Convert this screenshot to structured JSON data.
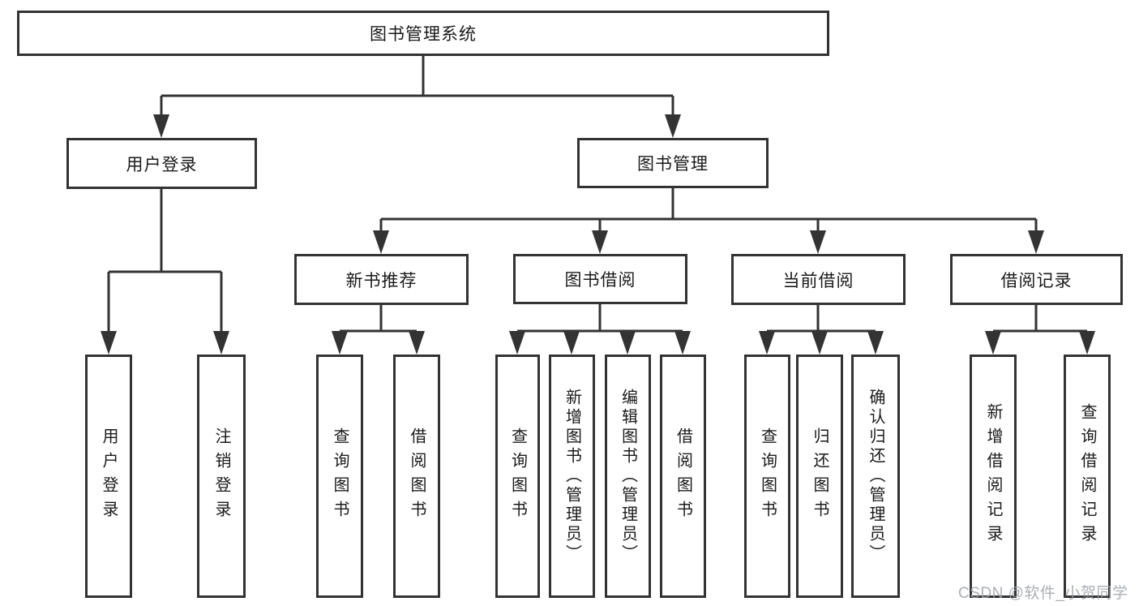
{
  "tree": {
    "root": "图书管理系统",
    "level2": {
      "login": "用户登录",
      "manage": "图书管理"
    },
    "level3": {
      "recommend": "新书推荐",
      "borrow": "图书借阅",
      "current": "当前借阅",
      "records": "借阅记录"
    },
    "leaves": {
      "login": [
        "用户登录",
        "注销登录"
      ],
      "recommend": [
        "查询图书",
        "借阅图书"
      ],
      "borrow": [
        "查询图书",
        "新增图书（管理员）",
        "编辑图书（管理员）",
        "借阅图书"
      ],
      "current": [
        "查询图书",
        "归还图书",
        "确认归还（管理员）"
      ],
      "records": [
        "新增借阅记录",
        "查询借阅记录"
      ]
    }
  },
  "watermark": "CSDN @软件_小贺同学",
  "colors": {
    "line": "#333333",
    "box_border": "#333333",
    "text": "#1a1a1a",
    "watermark": "#9aa1a9",
    "background": "#ffffff"
  }
}
